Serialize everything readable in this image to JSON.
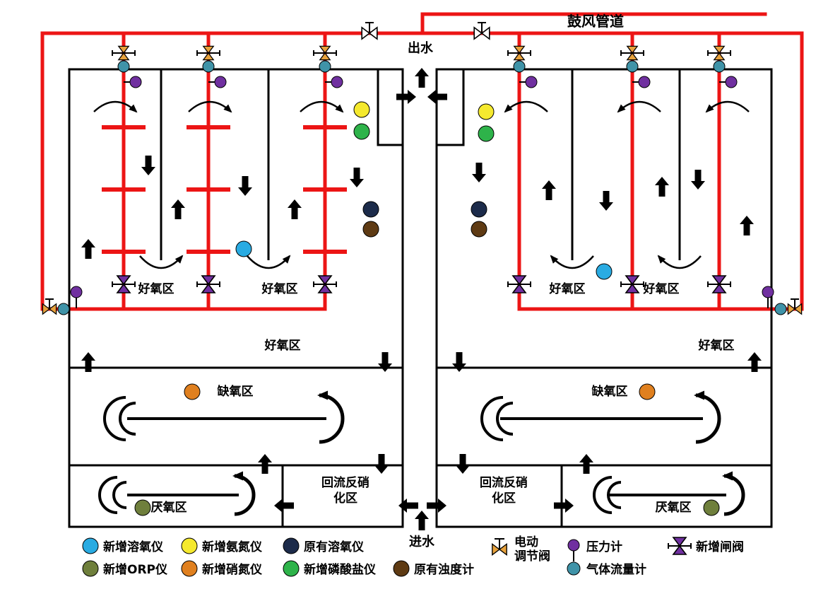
{
  "labels": {
    "blower_pipe": "鼓风管道",
    "outlet": "出水",
    "inlet": "进水",
    "aerobic": "好氧区",
    "anoxic": "缺氧区",
    "anaerobic": "厌氧区",
    "denit_line1": "回流反硝",
    "denit_line2": "化区"
  },
  "legend": {
    "do_new": "新增溶氧仪",
    "orp_new": "新增ORP仪",
    "nh3_new": "新增氨氮仪",
    "no3_new": "新增硝氮仪",
    "do_old": "原有溶氧仪",
    "po4_new": "新增磷酸盐仪",
    "turbidity_old": "原有浊度计",
    "electric_valve_line1": "电动",
    "electric_valve_line2": "调节阀",
    "pressure_gauge": "压力计",
    "gas_flow_meter": "气体流量计",
    "gate_valve_new": "新增闸阀"
  },
  "colors": {
    "pipe_red": "#ec1515",
    "do_new": "#29abe2",
    "orp_new": "#6f7f3c",
    "nh3_new": "#f5e92e",
    "no3_new": "#e0801f",
    "do_old": "#1c2b4a",
    "po4_new": "#2eb34a",
    "turbidity_old": "#5e3a13",
    "gas_flow": "#3f93a8",
    "purple": "#7030a0",
    "valve_orange": "#e8a23c"
  }
}
